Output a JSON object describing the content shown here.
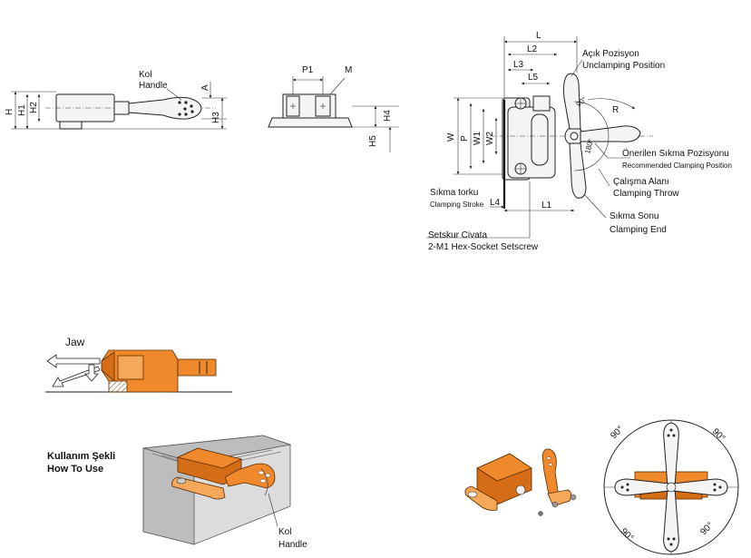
{
  "top_left": {
    "handle_tr": "Kol",
    "handle_en": "Handle",
    "dim_H": "H",
    "dim_H1": "H1",
    "dim_H2": "H2",
    "dim_H3": "H3",
    "dim_A": "A"
  },
  "top_middle": {
    "dim_P1": "P1",
    "dim_M": "M",
    "dim_H4": "H4",
    "dim_H5": "H5"
  },
  "top_right": {
    "dim_L": "L",
    "dim_L2": "L2",
    "dim_L3": "L3",
    "dim_L5": "L5",
    "dim_L4": "L4",
    "dim_L1": "L1",
    "dim_W": "W",
    "dim_P": "P",
    "dim_W1": "W1",
    "dim_W2": "W2",
    "dim_R": "R",
    "angle_90": "90°",
    "angle_180": "180°",
    "open_pos_tr": "Açık Pozisyon",
    "open_pos_en": "Unclamping Position",
    "recommended_tr": "Önerilen Sıkma Pozisyonu",
    "recommended_en": "Recommended Clamping Position",
    "throw_tr": "Çalışma Alanı",
    "throw_en": "Clamping Throw",
    "end_tr": "Sıkma Sonu",
    "end_en": "Clamping End",
    "stroke_tr": "Sıkma torku",
    "stroke_en": "Clamping Stroke",
    "screw_tr": "Setskur Civata",
    "screw_en": "2-M1 Hex-Socket Setscrew"
  },
  "jaw_diagram": {
    "jaw_label": "Jaw"
  },
  "how_to_use": {
    "title_tr": "Kullanım Şekli",
    "title_en": "How To Use",
    "handle_tr": "Kol",
    "handle_en": "Handle"
  },
  "rotation_diagram": {
    "angle_tl": "90°",
    "angle_tr": "90°",
    "angle_bl": "90°",
    "angle_br": "90°"
  },
  "colors": {
    "product_orange": "#f0892c",
    "outline": "#222222"
  }
}
